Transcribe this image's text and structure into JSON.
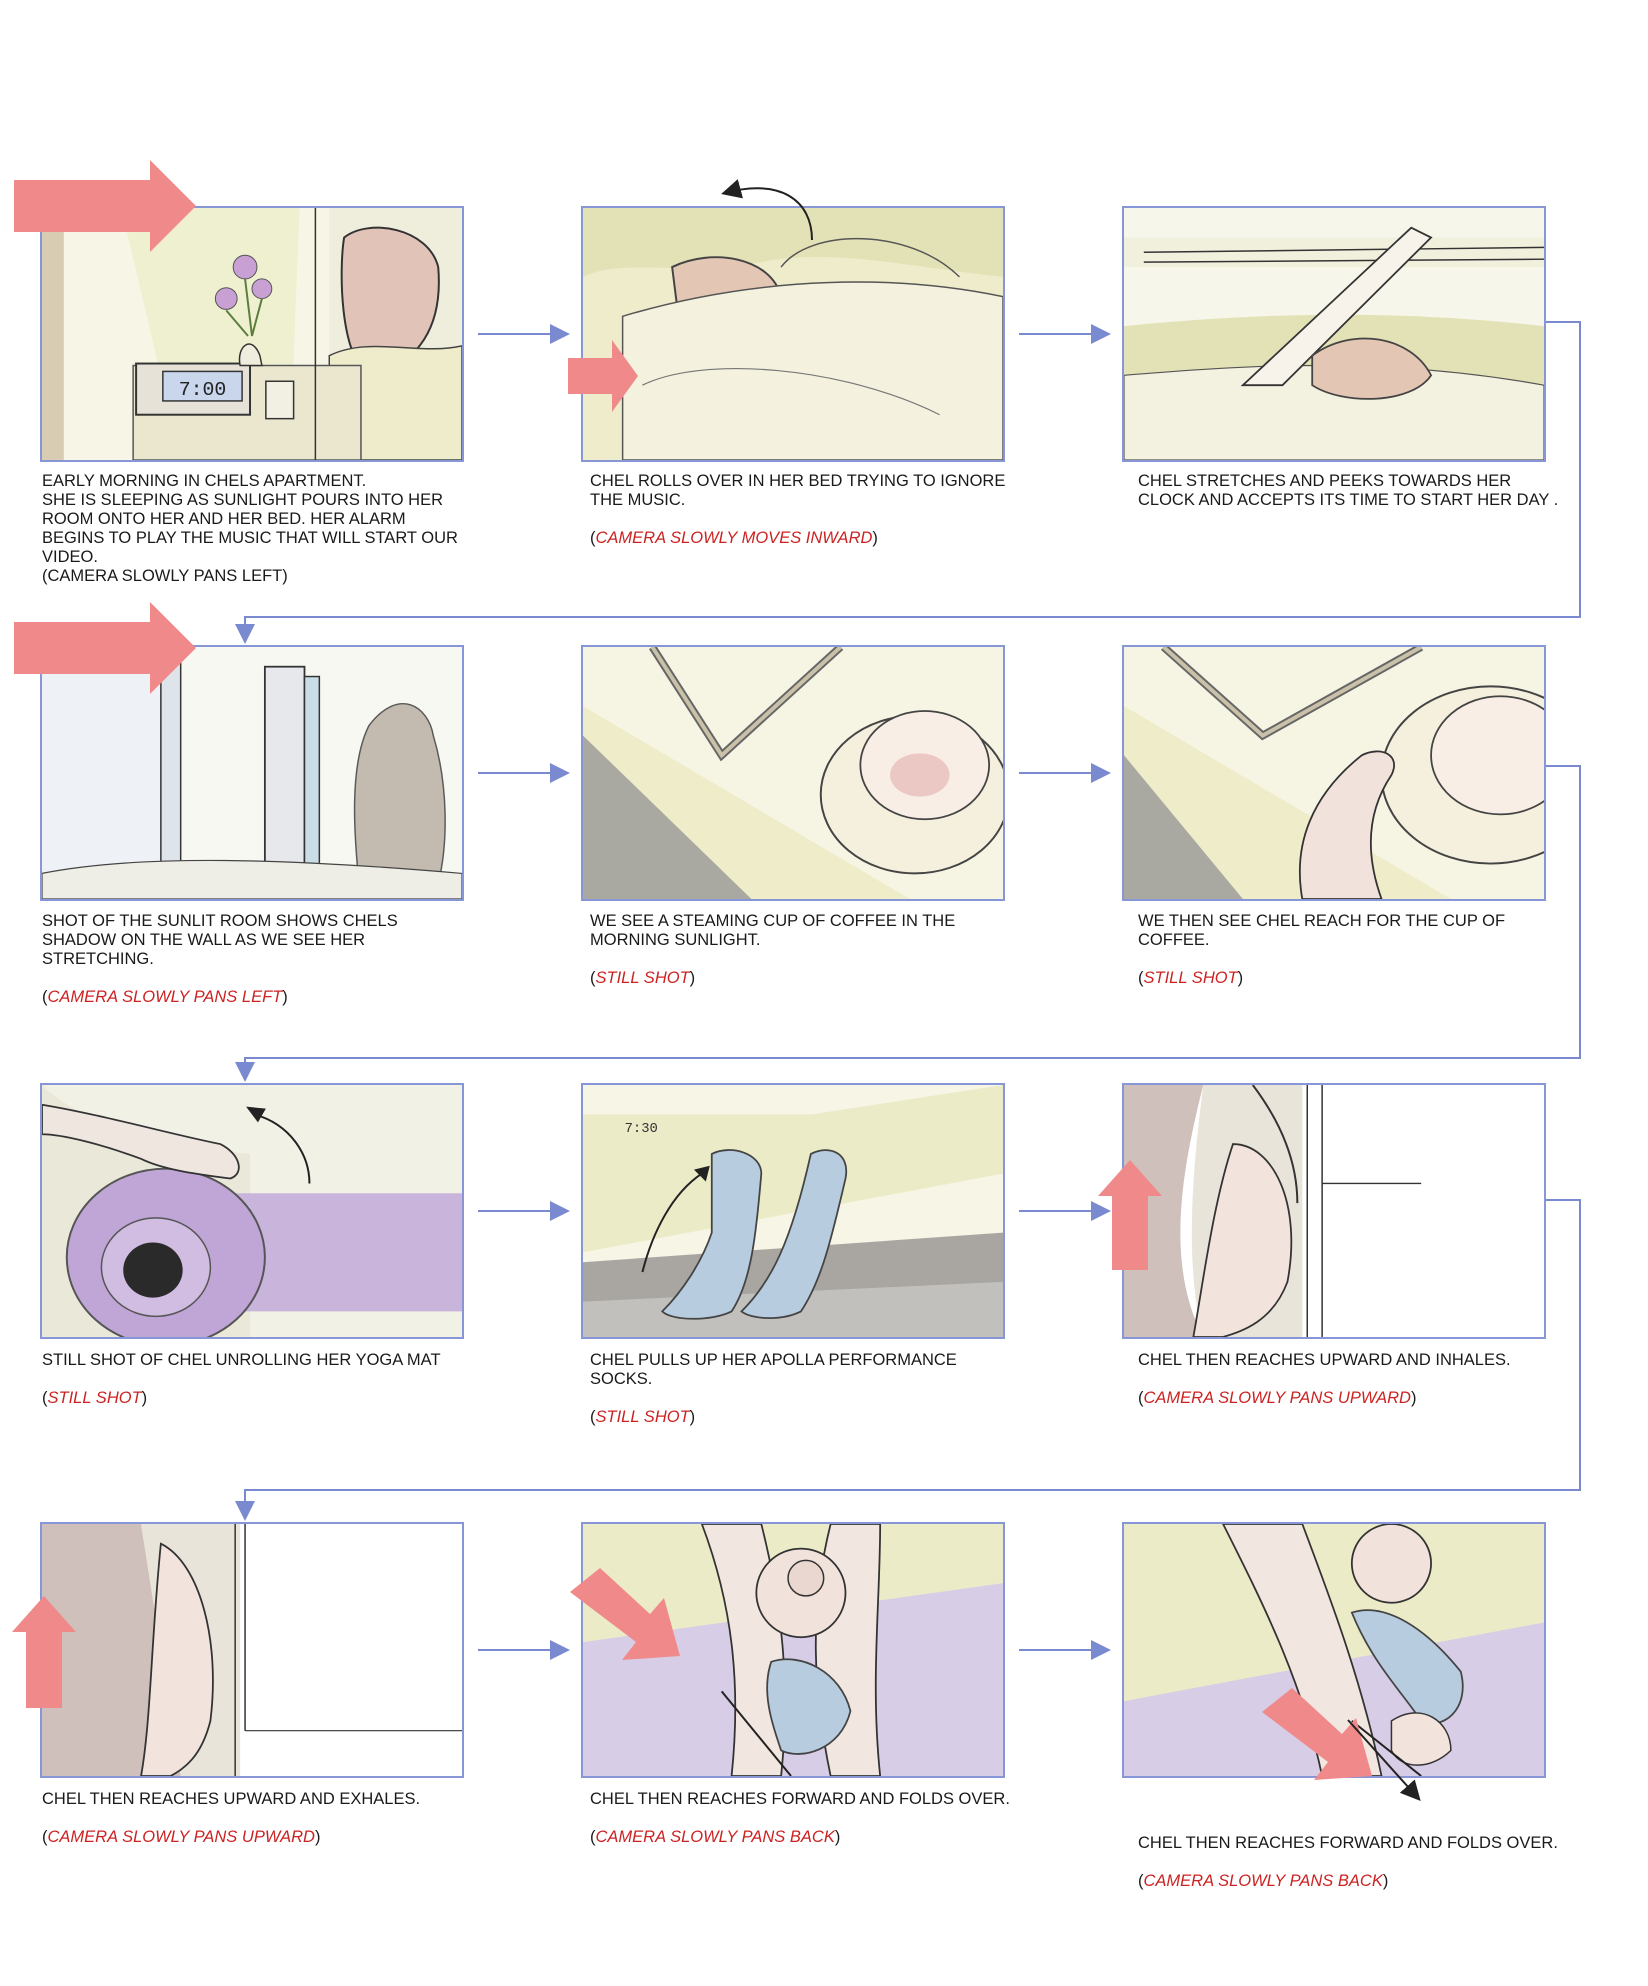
{
  "colors": {
    "panel_border": "#8796d6",
    "flow_line": "#7a8ad0",
    "direction_arrow": "#f08a8a",
    "camera_note": "#cc2222"
  },
  "panels": [
    {
      "id": 1,
      "scene": "bedroom-alarm",
      "indicator": "pink-arrow-right",
      "lines": [
        "EARLY MORNING IN CHELS APARTMENT.",
        "SHE IS SLEEPING AS SUNLIGHT POURS INTO HER ROOM ONTO HER AND HER BED. HER ALARM BEGINS TO PLAY THE MUSIC THAT WILL START OUR VIDEO."
      ],
      "camera": "CAMERA SLOWLY PANS LEFT",
      "clock": "7:00"
    },
    {
      "id": 2,
      "scene": "rolling-over",
      "indicator": "pink-arrow-right",
      "lines": [
        "CHEL ROLLS OVER IN HER BED TRYING TO IGNORE THE MUSIC."
      ],
      "camera": "CAMERA SLOWLY MOVES INWARD"
    },
    {
      "id": 3,
      "scene": "stretching",
      "indicator": "none",
      "lines": [
        "CHEL STRETCHES AND PEEKS TOWARDS HER CLOCK AND ACCEPTS ITS TIME TO START HER DAY ."
      ],
      "camera": ""
    },
    {
      "id": 4,
      "scene": "shadow-on-wall",
      "indicator": "pink-arrow-right",
      "lines": [
        "SHOT OF THE SUNLIT ROOM SHOWS CHELS SHADOW ON THE WALL AS WE SEE HER STRETCHING."
      ],
      "camera": "CAMERA SLOWLY PANS LEFT"
    },
    {
      "id": 5,
      "scene": "coffee-cup",
      "indicator": "none",
      "lines": [
        "WE SEE A STEAMING CUP OF COFFEE IN THE MORNING SUNLIGHT."
      ],
      "camera": "STILL SHOT"
    },
    {
      "id": 6,
      "scene": "reach-coffee",
      "indicator": "none",
      "lines": [
        "WE THEN SEE CHEL REACH FOR THE CUP OF COFFEE."
      ],
      "camera": "STILL SHOT"
    },
    {
      "id": 7,
      "scene": "yoga-mat",
      "indicator": "curved-arrow",
      "lines": [
        "STILL SHOT OF CHEL UNROLLING HER YOGA MAT"
      ],
      "camera": "STILL SHOT"
    },
    {
      "id": 8,
      "scene": "socks",
      "indicator": "curved-arrow",
      "lines": [
        "CHEL PULLS UP HER APOLLA PERFORMANCE SOCKS."
      ],
      "camera": "STILL SHOT",
      "clock": "7:30"
    },
    {
      "id": 9,
      "scene": "inhale",
      "indicator": "pink-arrow-up",
      "lines": [
        "CHEL THEN REACHES UPWARD AND INHALES."
      ],
      "camera": "CAMERA SLOWLY PANS UPWARD"
    },
    {
      "id": 10,
      "scene": "exhale",
      "indicator": "pink-arrow-up",
      "lines": [
        "CHEL THEN REACHES UPWARD AND EXHALES."
      ],
      "camera": "CAMERA SLOWLY PANS UPWARD"
    },
    {
      "id": 11,
      "scene": "fold-over",
      "indicator": "pink-arrow-down-right",
      "lines": [
        "CHEL THEN REACHES FORWARD AND FOLDS OVER."
      ],
      "camera": "CAMERA SLOWLY PANS BACK"
    },
    {
      "id": 12,
      "scene": "fold-over-2",
      "indicator": "pink-arrow-down-right",
      "lines": [
        "CHEL THEN REACHES FORWARD AND FOLDS OVER."
      ],
      "camera": "CAMERA SLOWLY PANS BACK"
    }
  ]
}
